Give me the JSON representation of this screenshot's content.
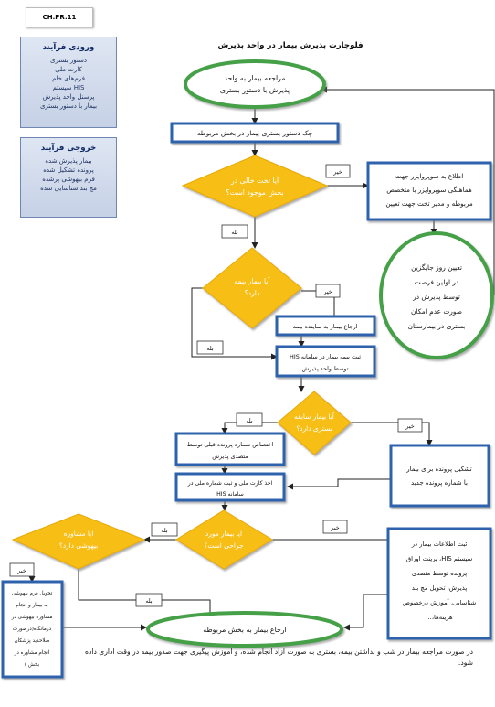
{
  "code": "CH.PR.11",
  "title": "فلوچارت پذیرش بیمار در واحد پذیرش",
  "inputs": {
    "heading": "ورودی فرآیند",
    "items": [
      "دستور بستری",
      "کارت ملی",
      "فرم‌های خام",
      "سیستم HIS",
      "پرسنل واحد پذیرش",
      "بیمار با دستور بستری"
    ]
  },
  "outputs": {
    "heading": "خروجی فرآیند",
    "items": [
      "بیمار پذیرش شده",
      "پرونده تشکیل شده",
      "فرم بیهوشی پرشده",
      "مچ بند شناسایی شده"
    ]
  },
  "nodes": {
    "start": [
      "مراجعه بیمار به واحد",
      "پذیرش با دستور بستری"
    ],
    "check_order": "چک دستور بستری بیمار در بخش مربوطه",
    "q_bed": [
      "آیا تخت خالی در",
      "بخش موجود است؟"
    ],
    "notify_supervisor": [
      "اطلاع به سوپروایزر جهت",
      "هماهنگی سوپروایزر با متخصص",
      "مربوطه و مدیر تخت جهت تعیین"
    ],
    "set_day": [
      "تعیین روز جایگزین",
      "در اولین فرصت",
      "توسط پذیرش در",
      "صورت عدم امکان",
      "بستری در بیمارستان"
    ],
    "q_insurance": [
      "آیا بیمار بیمه",
      "دارد؟"
    ],
    "refer_insurance": "ارجاع بیمار به نماینده بیمه",
    "register_his": [
      "ثبت بیمه بیمار در سامانه HIS",
      "توسط واحد پذیرش"
    ],
    "q_history": [
      "آیا بیمار سابقه",
      "بستری دارد؟"
    ],
    "assign_file": [
      "اختصاص شماره پرونده قبلی توسط",
      "متصدی پذیرش"
    ],
    "new_file": [
      "تشکیل پرونده برای بیمار",
      "با شماره پرونده جدید"
    ],
    "national_id": [
      "اخذ کارت ملی و ثبت شماره ملی در",
      "سامانه HIS"
    ],
    "q_surgery": [
      "آیا بیمار مورد",
      "جراحی است؟"
    ],
    "q_anesthesia": [
      "آیا مشاوره",
      "بیهوشی دارد؟"
    ],
    "anesthesia_form": [
      "تحویل فرم بیهوشی",
      "به بیمار و انجام",
      "مشاوره بیهوشی در",
      "درمانگاه(درصورت",
      "صلاحدید پزشکان",
      "انجام مشاوره در",
      "بخش )"
    ],
    "register_info": [
      "ثبت اطلاعات بیمار در",
      "سیستم HIS، پرینت اوراق",
      "پرونده  توسط  متصدی",
      "پذیرش، تحویل مچ بند",
      "شناسایی، آموزش درخصوص",
      "هزینه‌ها،..."
    ],
    "end": "ارجاع بیمار به بخش مربوطه"
  },
  "labels": {
    "yes": "بله",
    "no": "خیر"
  },
  "footnote": "در صورت مراجعه بیمار در شب و نداشتن بیمه، بستری به صورت آزاد انجام شده، و آموزش پیگیری جهت صدور بیمه در وقت اداری داده شود.",
  "colors": {
    "process": "#2e62ad",
    "decision": "#f7be18",
    "terminator_border": "#44a047",
    "arrow": "#222222"
  }
}
